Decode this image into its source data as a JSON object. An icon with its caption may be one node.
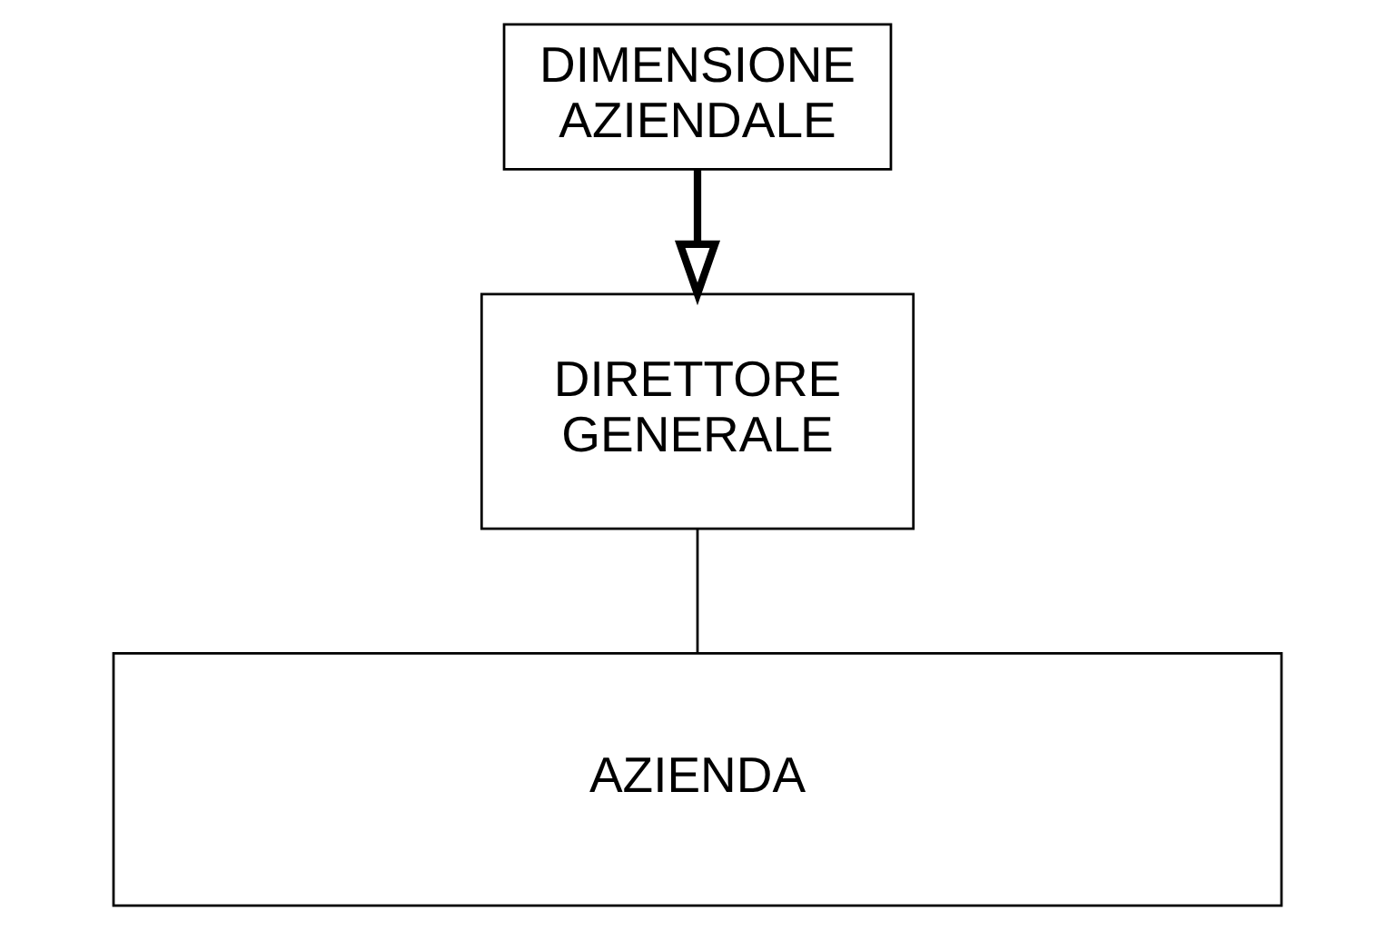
{
  "diagram": {
    "nodes": [
      {
        "text": [
          "DIMENSIONE AZIENDALE"
        ]
      },
      {
        "text": [
          "DIRETTORE GENERALE"
        ]
      },
      {
        "text": [
          "AZIENDA"
        ]
      }
    ],
    "edges": [
      {
        "from": 0,
        "to": 1,
        "arrow": "to",
        "style": "thick"
      },
      {
        "from": 1,
        "to": 2,
        "arrow": "none"
      }
    ]
  }
}
